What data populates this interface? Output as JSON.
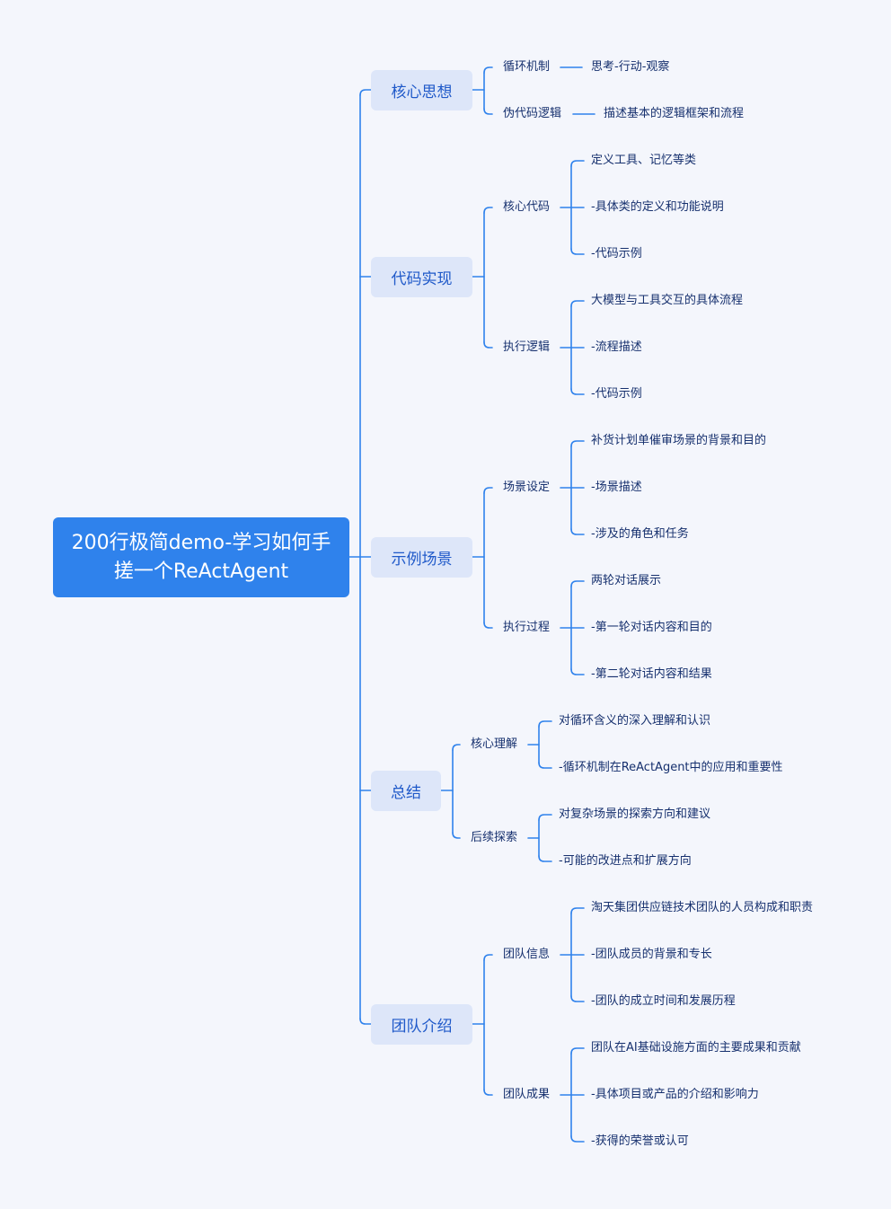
{
  "root": {
    "title": "200行极简demo-学习如何手搓一个ReActAgent"
  },
  "branches": [
    {
      "id": "b1",
      "label": "核心思想",
      "children": [
        {
          "id": "b1c1",
          "label": "循环机制",
          "leaves": [
            "思考-行动-观察"
          ]
        },
        {
          "id": "b1c2",
          "label": "伪代码逻辑",
          "leaves": [
            "描述基本的逻辑框架和流程"
          ]
        }
      ]
    },
    {
      "id": "b2",
      "label": "代码实现",
      "children": [
        {
          "id": "b2c1",
          "label": "核心代码",
          "leaves": [
            "定义工具、记忆等类",
            "-具体类的定义和功能说明",
            "-代码示例"
          ]
        },
        {
          "id": "b2c2",
          "label": "执行逻辑",
          "leaves": [
            "大模型与工具交互的具体流程",
            "-流程描述",
            "-代码示例"
          ]
        }
      ]
    },
    {
      "id": "b3",
      "label": "示例场景",
      "children": [
        {
          "id": "b3c1",
          "label": "场景设定",
          "leaves": [
            "补货计划单催审场景的背景和目的",
            "-场景描述",
            "-涉及的角色和任务"
          ]
        },
        {
          "id": "b3c2",
          "label": "执行过程",
          "leaves": [
            "两轮对话展示",
            "-第一轮对话内容和目的",
            "-第二轮对话内容和结果"
          ]
        }
      ]
    },
    {
      "id": "b4",
      "label": "总结",
      "children": [
        {
          "id": "b4c1",
          "label": "核心理解",
          "leaves": [
            "对循环含义的深入理解和认识",
            "-循环机制在ReActAgent中的应用和重要性"
          ]
        },
        {
          "id": "b4c2",
          "label": "后续探索",
          "leaves": [
            "对复杂场景的探索方向和建议",
            "-可能的改进点和扩展方向"
          ]
        }
      ]
    },
    {
      "id": "b5",
      "label": "团队介绍",
      "children": [
        {
          "id": "b5c1",
          "label": "团队信息",
          "leaves": [
            "淘天集团供应链技术团队的人员构成和职责",
            "-团队成员的背景和专长",
            "-团队的成立时间和发展历程"
          ]
        },
        {
          "id": "b5c2",
          "label": "团队成果",
          "leaves": [
            "团队在AI基础设施方面的主要成果和贡献",
            "-具体项目或产品的介绍和影响力",
            "-获得的荣誉或认可"
          ]
        }
      ]
    }
  ],
  "colors": {
    "line": "#2f82ec",
    "root_bg": "#2f82ec",
    "branch_bg": "#dde6f9",
    "branch_text": "#1f59c9",
    "text": "#16306e",
    "page_bg": "#f4f6fc"
  }
}
